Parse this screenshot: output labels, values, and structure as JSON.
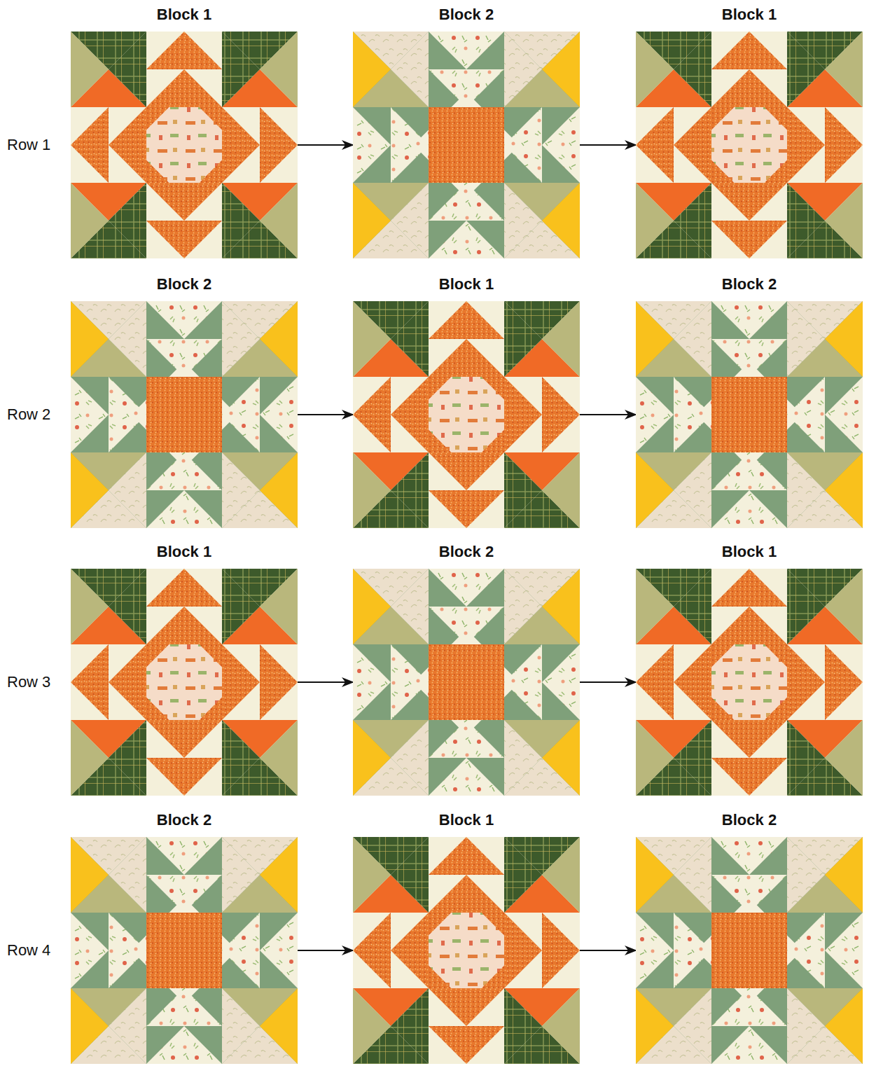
{
  "diagram": {
    "nodes": [
      {
        "text": [
          "Block 1"
        ]
      },
      {
        "text": [
          "Block 2"
        ]
      },
      {
        "text": [
          "Block 1"
        ]
      },
      {
        "text": [
          "Block 2"
        ]
      },
      {
        "text": [
          "Block 1"
        ]
      },
      {
        "text": [
          "Block 2"
        ]
      },
      {
        "text": [
          "Block 1"
        ]
      },
      {
        "text": [
          "Block 2"
        ]
      },
      {
        "text": [
          "Block 1"
        ]
      },
      {
        "text": [
          "Block 2"
        ]
      },
      {
        "text": [
          "Block 1"
        ]
      },
      {
        "text": [
          "Block 2"
        ]
      }
    ],
    "edges": [
      {
        "from": 0,
        "to": 1,
        "arrow": "to"
      },
      {
        "from": 1,
        "to": 2,
        "arrow": "to"
      },
      {
        "from": 3,
        "to": 4,
        "arrow": "to"
      },
      {
        "from": 4,
        "to": 5,
        "arrow": "to"
      },
      {
        "from": 6,
        "to": 7,
        "arrow": "to"
      },
      {
        "from": 7,
        "to": 8,
        "arrow": "to"
      },
      {
        "from": 9,
        "to": 10,
        "arrow": "to"
      },
      {
        "from": 10,
        "to": 11,
        "arrow": "to"
      }
    ],
    "labels": [
      "Row 1",
      "Row 2",
      "Row 3",
      "Row 4"
    ]
  }
}
